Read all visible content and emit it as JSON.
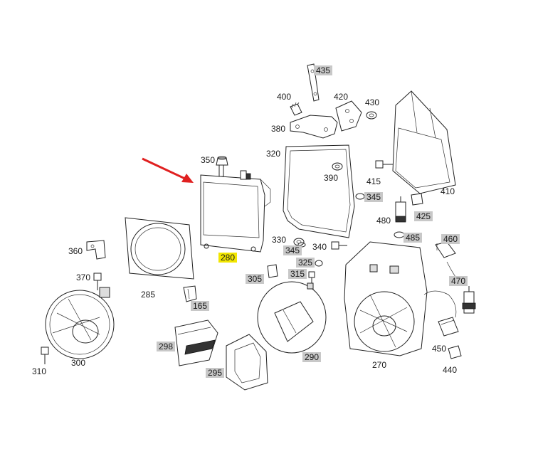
{
  "callouts": [
    {
      "id": "435",
      "style": "boxed"
    },
    {
      "id": "400",
      "style": "plain"
    },
    {
      "id": "420",
      "style": "plain"
    },
    {
      "id": "430",
      "style": "plain"
    },
    {
      "id": "380",
      "style": "plain"
    },
    {
      "id": "350",
      "style": "plain"
    },
    {
      "id": "320",
      "style": "plain"
    },
    {
      "id": "390",
      "style": "plain"
    },
    {
      "id": "415",
      "style": "plain"
    },
    {
      "id": "410",
      "style": "plain"
    },
    {
      "id": "345",
      "style": "boxed"
    },
    {
      "id": "425",
      "style": "boxed"
    },
    {
      "id": "480",
      "style": "plain"
    },
    {
      "id": "485",
      "style": "boxed"
    },
    {
      "id": "460",
      "style": "boxed"
    },
    {
      "id": "330",
      "style": "plain"
    },
    {
      "id": "345",
      "style": "boxed"
    },
    {
      "id": "340",
      "style": "plain"
    },
    {
      "id": "280",
      "style": "highlight"
    },
    {
      "id": "360",
      "style": "plain"
    },
    {
      "id": "325",
      "style": "boxed"
    },
    {
      "id": "370",
      "style": "plain"
    },
    {
      "id": "305",
      "style": "boxed"
    },
    {
      "id": "315",
      "style": "boxed"
    },
    {
      "id": "470",
      "style": "boxed"
    },
    {
      "id": "285",
      "style": "plain"
    },
    {
      "id": "165",
      "style": "boxed"
    },
    {
      "id": "298",
      "style": "boxed"
    },
    {
      "id": "450",
      "style": "plain"
    },
    {
      "id": "440",
      "style": "plain"
    },
    {
      "id": "300",
      "style": "plain"
    },
    {
      "id": "290",
      "style": "boxed"
    },
    {
      "id": "270",
      "style": "plain"
    },
    {
      "id": "310",
      "style": "plain"
    },
    {
      "id": "295",
      "style": "boxed"
    }
  ],
  "colors": {
    "highlight": "#f2e600",
    "label_box": "#c8c8c8",
    "arrow": "#e02020",
    "line": "#222222"
  },
  "selected_part": "280"
}
